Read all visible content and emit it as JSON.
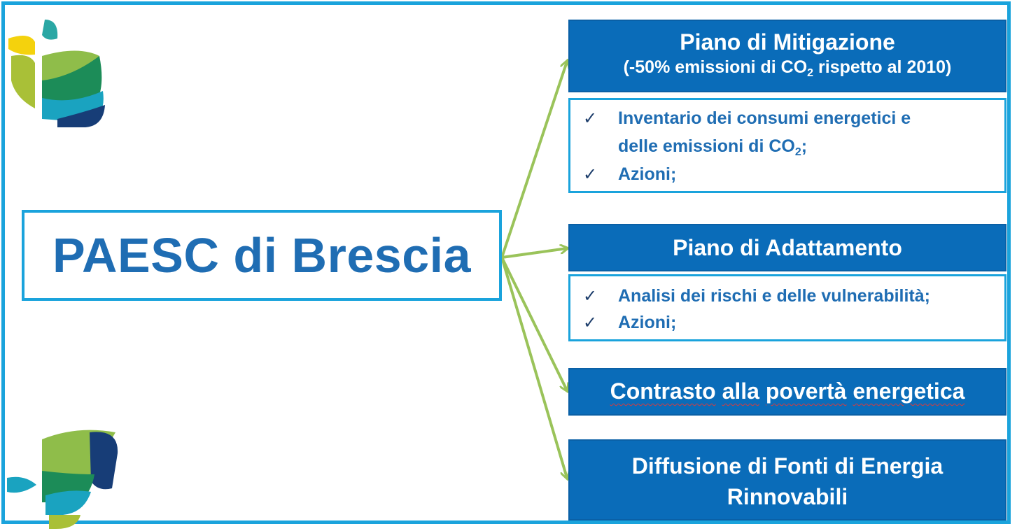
{
  "title": "PAESC di Brescia",
  "mitigazione": {
    "heading": "Piano di Mitigazione",
    "sub_before": "(-50% emissioni di CO",
    "sub_subscript": "2",
    "sub_after": " rispetto al 2010)",
    "items": [
      {
        "line1": "Inventario dei consumi energetici e",
        "line2_before": "delle emissioni di CO",
        "line2_subscript": "2",
        "line2_after": ";"
      },
      {
        "text": "Azioni;"
      }
    ]
  },
  "adattamento": {
    "heading": "Piano di Adattamento",
    "items": [
      {
        "text": "Analisi dei rischi e delle vulnerabilità;"
      },
      {
        "text": "Azioni;"
      }
    ]
  },
  "poverta": {
    "word1": "Contrasto",
    "word2": "alla",
    "word3": "povertà",
    "word4": "energetica"
  },
  "fonti": {
    "line1": "Diffusione di Fonti di Energia",
    "line2": "Rinnovabili"
  },
  "check_glyph": "✓",
  "colors": {
    "accent_blue": "#0a6cb9",
    "frame_cyan": "#1aa3dc",
    "title_blue": "#1f6db3",
    "arrow_green": "#9ac35a"
  }
}
